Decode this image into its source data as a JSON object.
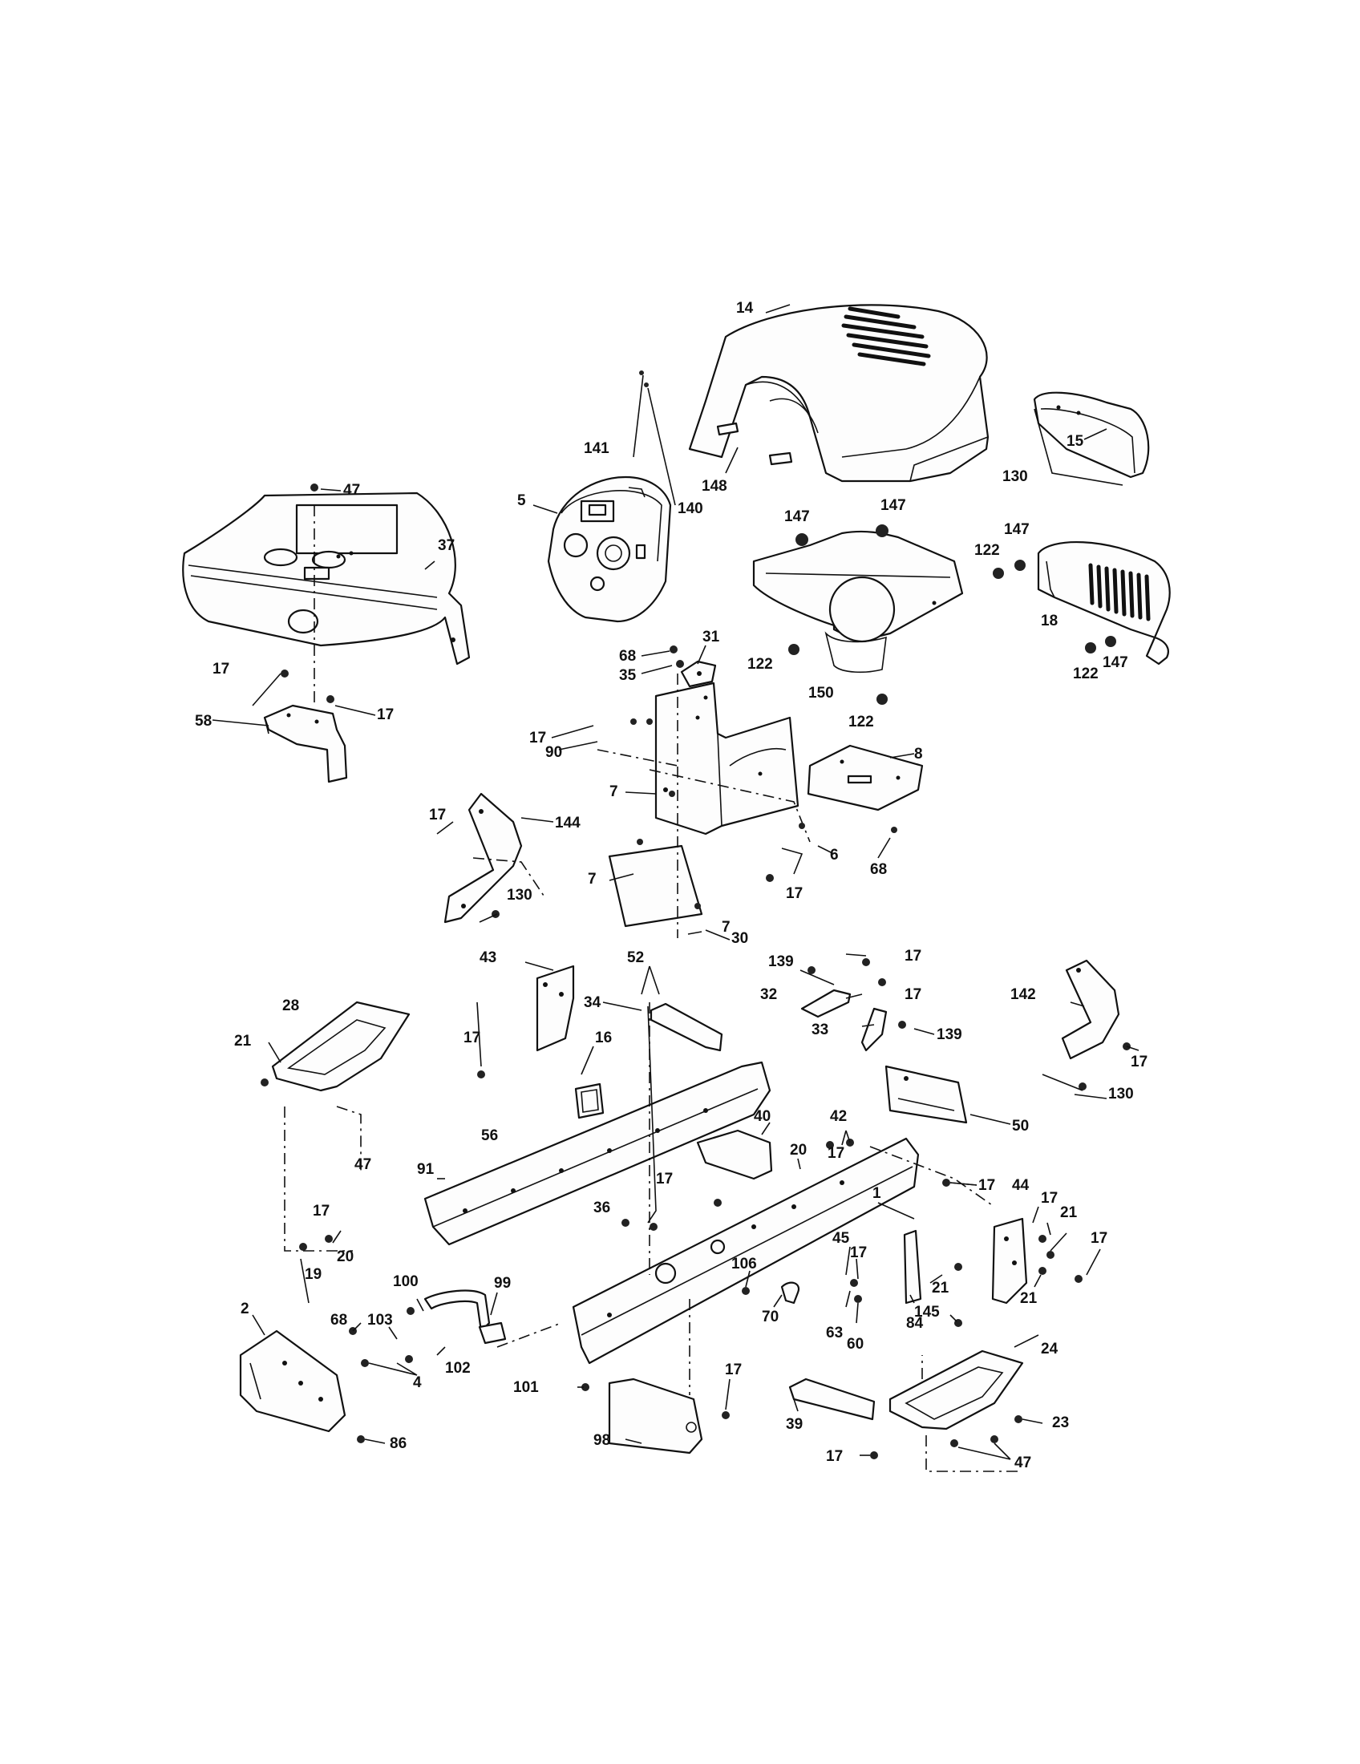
{
  "diagram": {
    "callouts": {
      "c14": "14",
      "c148": "148",
      "c15": "15",
      "c130a": "130",
      "c141": "141",
      "c140": "140",
      "c5": "5",
      "c47a": "47",
      "c37": "37",
      "c147a": "147",
      "c147b": "147",
      "c147c": "147",
      "c147d": "147",
      "c122a": "122",
      "c122b": "122",
      "c122c": "122",
      "c122d": "122",
      "c18": "18",
      "c150": "150",
      "c68a": "68",
      "c35": "35",
      "c31": "31",
      "c17a": "17",
      "c17b": "17",
      "c58": "58",
      "c17c": "17",
      "c90": "90",
      "c8": "8",
      "c7a": "7",
      "c6": "6",
      "c68b": "68",
      "c17d": "17",
      "c144": "144",
      "c130b": "130",
      "c7b": "7",
      "c7c": "7",
      "c17e": "17",
      "c30": "30",
      "c43": "43",
      "c52": "52",
      "c34": "34",
      "c16": "16",
      "c139a": "139",
      "c17f": "17",
      "c17g": "17",
      "c32": "32",
      "c33": "33",
      "c139b": "139",
      "c142": "142",
      "c17h": "17",
      "c130c": "130",
      "c28": "28",
      "c21a": "21",
      "c17i": "17",
      "c56": "56",
      "c40": "40",
      "c42": "42",
      "c50": "50",
      "c20a": "20",
      "c47b": "47",
      "c17j": "17",
      "c91": "91",
      "c17k": "17",
      "c1": "1",
      "c17l": "17",
      "c44": "44",
      "c17m": "17",
      "c21b": "21",
      "c17n": "17",
      "c36": "36",
      "c19": "19",
      "c20b": "20",
      "c45": "45",
      "c17o": "17",
      "c106": "106",
      "c21c": "21",
      "c21d": "21",
      "c100": "100",
      "c99": "99",
      "c70": "70",
      "c84": "84",
      "c63": "63",
      "c60": "60",
      "c145": "145",
      "c24": "24",
      "c2": "2",
      "c68c": "68",
      "c103": "103",
      "c4": "4",
      "c102": "102",
      "c101": "101",
      "c17p": "17",
      "c98": "98",
      "c39": "39",
      "c17q": "17",
      "c23": "23",
      "c47c": "47",
      "c86": "86"
    }
  }
}
